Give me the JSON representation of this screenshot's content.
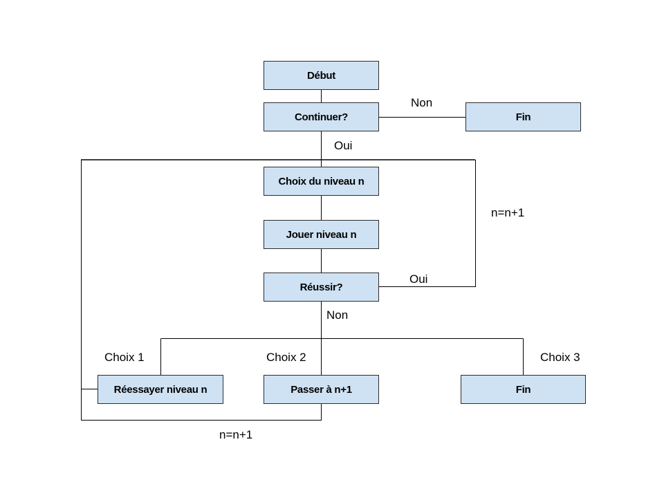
{
  "nodes": {
    "debut": "Début",
    "continuer": "Continuer?",
    "fin_top": "Fin",
    "choix_niveau": "Choix du niveau n",
    "jouer_niveau": "Jouer niveau n",
    "reussir": "Réussir?",
    "reessayer": "Réessayer niveau n",
    "passer": "Passer à n+1",
    "fin_bottom": "Fin"
  },
  "edge_labels": {
    "continuer_non": "Non",
    "continuer_oui": "Oui",
    "loop_increment_right": "n=n+1",
    "reussir_oui": "Oui",
    "reussir_non": "Non",
    "choix1": "Choix 1",
    "choix2": "Choix 2",
    "choix3": "Choix 3",
    "loop_increment_bottom": "n=n+1"
  },
  "colors": {
    "node_fill": "#cfe2f3",
    "node_border": "#2b2b2b",
    "connector": "#000000"
  }
}
